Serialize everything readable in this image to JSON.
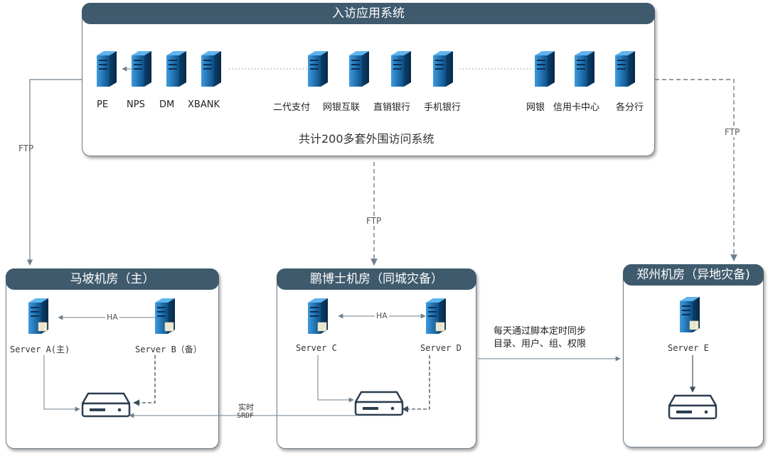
{
  "top": {
    "title": "入访应用系统",
    "summary": "共计200多套外围访问系统",
    "servers": {
      "pe": "PE",
      "nps": "NPS",
      "dm": "DM",
      "xbank": "XBANK",
      "erdai": "二代支付",
      "wangyinhulian": "网银互联",
      "zhixiao": "直销银行",
      "shouji": "手机银行",
      "wangyin": "网银",
      "xinyongka": "信用卡中心",
      "gefenhang": "各分行"
    }
  },
  "flows": {
    "ftp_left": "FTP",
    "ftp_center": "FTP",
    "ftp_right": "FTP"
  },
  "mapo": {
    "title": "马坡机房（主）",
    "server_a": "Server A(主)",
    "server_b": "Server B（备）",
    "ha": "HA"
  },
  "pengboshi": {
    "title": "鹏博士机房（同城灾备）",
    "server_c": "Server C",
    "server_d": "Server D",
    "ha": "HA"
  },
  "zhengzhou": {
    "title": "郑州机房（异地灾备)",
    "server_e": "Server E"
  },
  "srdf": {
    "line1": "实时",
    "line2": "SRDF"
  },
  "sync": {
    "line1": "每天通过脚本定时同步",
    "line2": "目录、用户、组、权限"
  },
  "colors": {
    "banner": "#3f5a6d",
    "server": "#1e6fae",
    "line": "#6f7f8c"
  }
}
